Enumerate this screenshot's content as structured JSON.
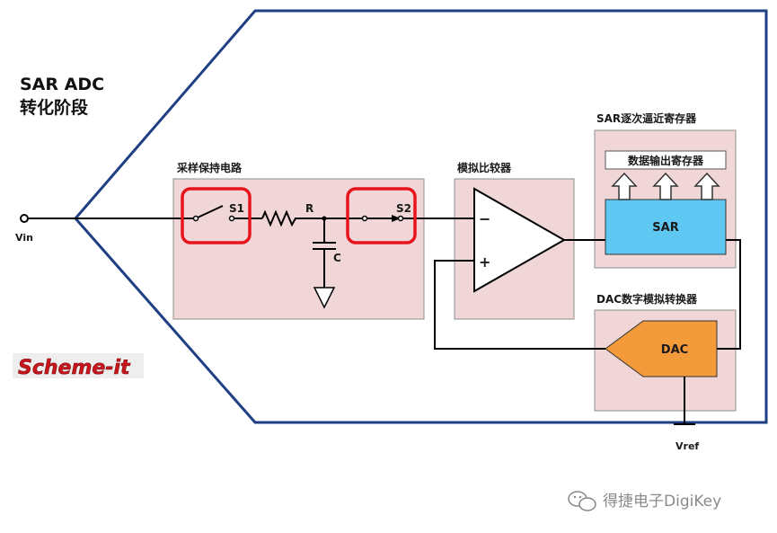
{
  "title": {
    "line1": "SAR ADC",
    "line2": "转化阶段"
  },
  "labels": {
    "vin": "Vin",
    "sample_hold": "采样保持电路",
    "s1": "S1",
    "s2": "S2",
    "r": "R",
    "c": "C",
    "comparator": "模拟比较器",
    "minus": "−",
    "plus": "+",
    "sar_register": "SAR逐次逼近寄存器",
    "data_output_register": "数据输出寄存器",
    "sar": "SAR",
    "dac_converter": "DAC数字模拟转换器",
    "dac": "DAC",
    "vref": "Vref"
  },
  "logo": {
    "text": "Scheme-it"
  },
  "watermark": {
    "text": "得捷电子DigiKey"
  },
  "colors": {
    "outline": "#1f3f85",
    "highlight": "#e8141c",
    "block_fill": "#f0d6d6",
    "sar_fill": "#5ec8f2",
    "dac_fill": "#f39a3b",
    "logo_red": "#c8161c"
  }
}
